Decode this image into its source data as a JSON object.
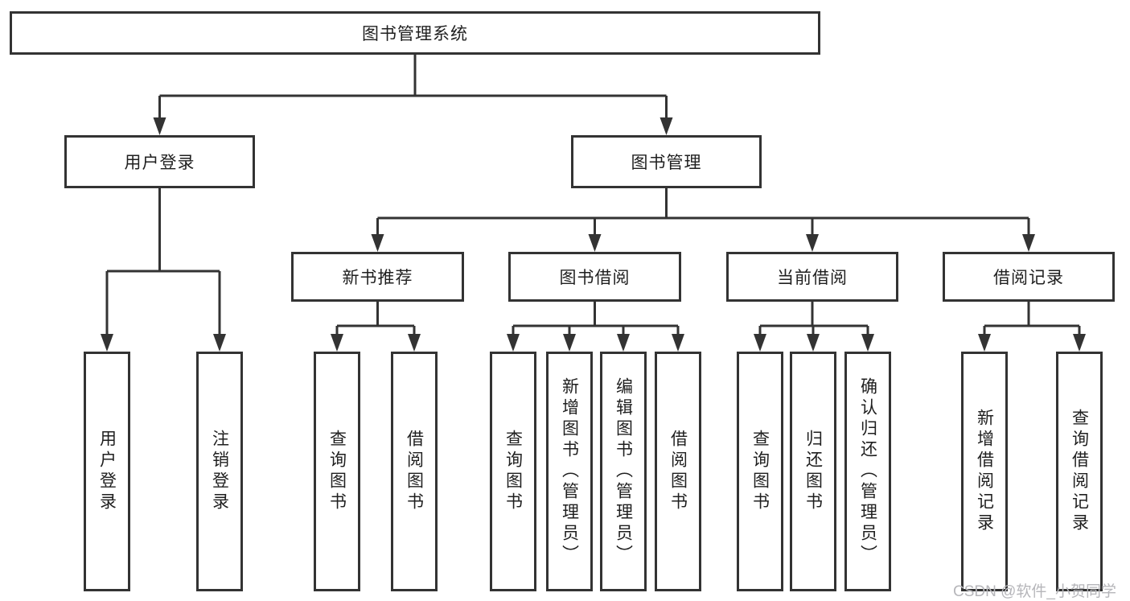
{
  "colors": {
    "line": "#333333",
    "box_border": "#333333",
    "text": "#1f1f1f",
    "watermark": "#b6b6ba",
    "background": "#ffffff"
  },
  "tree": {
    "label": "图书管理系统",
    "children": [
      {
        "label": "用户登录",
        "children": [
          {
            "label": "用户登录"
          },
          {
            "label": "注销登录"
          }
        ]
      },
      {
        "label": "图书管理",
        "children": [
          {
            "label": "新书推荐",
            "children": [
              {
                "label": "查询图书"
              },
              {
                "label": "借阅图书"
              }
            ]
          },
          {
            "label": "图书借阅",
            "children": [
              {
                "label": "查询图书"
              },
              {
                "label": "新增图书（管理员）"
              },
              {
                "label": "编辑图书（管理员）"
              },
              {
                "label": "借阅图书"
              }
            ]
          },
          {
            "label": "当前借阅",
            "children": [
              {
                "label": "查询图书"
              },
              {
                "label": "归还图书"
              },
              {
                "label": "确认归还（管理员）"
              }
            ]
          },
          {
            "label": "借阅记录",
            "children": [
              {
                "label": "新增借阅记录"
              },
              {
                "label": "查询借阅记录"
              }
            ]
          }
        ]
      }
    ]
  },
  "watermark": {
    "text": "CSDN @软件_小贺同学"
  }
}
